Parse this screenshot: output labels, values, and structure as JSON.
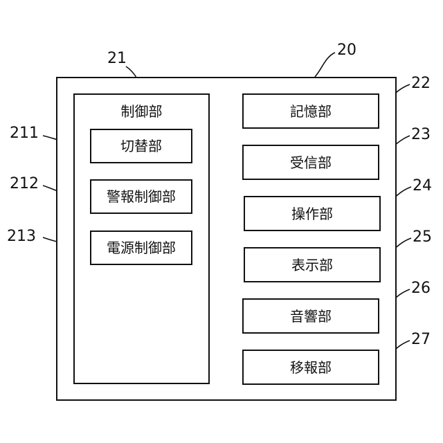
{
  "diagram": {
    "outer": {
      "ref": "20"
    },
    "control": {
      "ref": "21",
      "label": "制御部",
      "subunits": [
        {
          "ref": "211",
          "label": "切替部"
        },
        {
          "ref": "212",
          "label": "警報制御部"
        },
        {
          "ref": "213",
          "label": "電源制御部"
        }
      ]
    },
    "units": [
      {
        "ref": "22",
        "label": "記憶部"
      },
      {
        "ref": "23",
        "label": "受信部"
      },
      {
        "ref": "24",
        "label": "操作部"
      },
      {
        "ref": "25",
        "label": "表示部"
      },
      {
        "ref": "26",
        "label": "音響部"
      },
      {
        "ref": "27",
        "label": "移報部"
      }
    ]
  }
}
